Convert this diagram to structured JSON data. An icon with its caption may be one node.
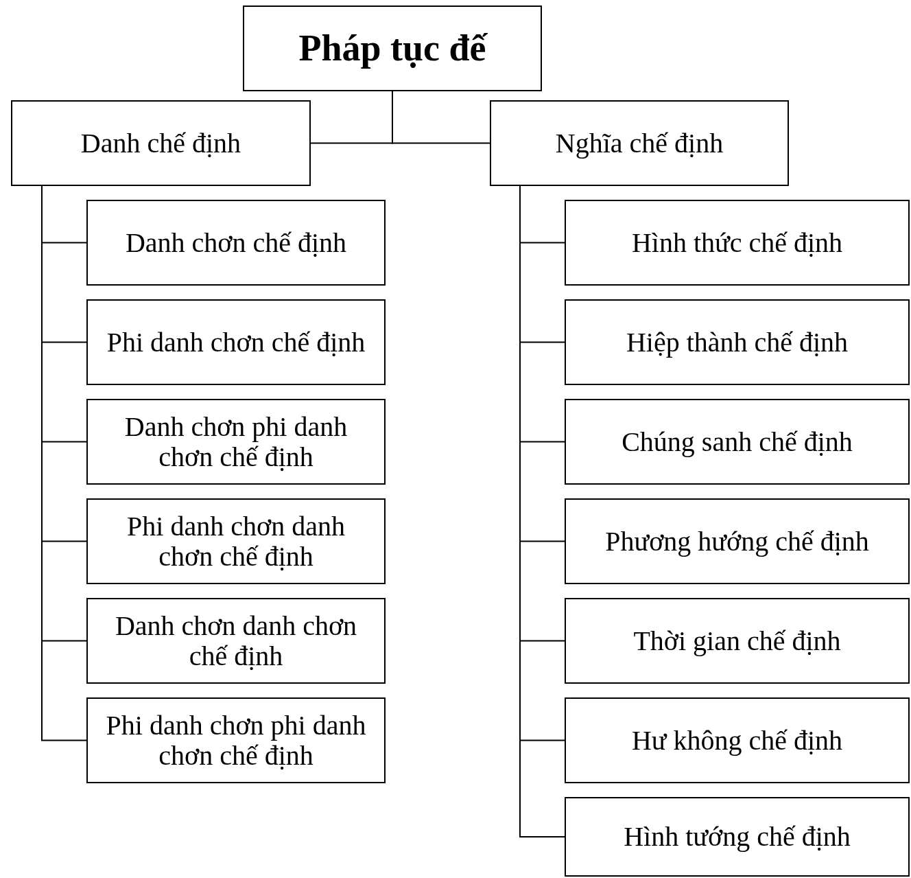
{
  "diagram": {
    "nodes": [
      {
        "text": [
          "Pháp tục đế"
        ]
      },
      {
        "text": [
          "Danh chế định"
        ]
      },
      {
        "text": [
          "Nghĩa chế định"
        ]
      },
      {
        "text": [
          "Danh chơn chế định"
        ]
      },
      {
        "text": [
          "Phi danh chơn chế định"
        ]
      },
      {
        "text": [
          "Danh chơn phi danh chơn chế định"
        ]
      },
      {
        "text": [
          "Phi danh chơn danh chơn chế định"
        ]
      },
      {
        "text": [
          "Danh chơn danh chơn chế định"
        ]
      },
      {
        "text": [
          "Phi danh chơn phi danh chơn chế định"
        ]
      },
      {
        "text": [
          "Hình thức chế định"
        ]
      },
      {
        "text": [
          "Hiệp thành chế định"
        ]
      },
      {
        "text": [
          "Chúng sanh chế định"
        ]
      },
      {
        "text": [
          "Phương hướng chế định"
        ]
      },
      {
        "text": [
          "Thời gian chế định"
        ]
      },
      {
        "text": [
          "Hư không chế định"
        ]
      },
      {
        "text": [
          "Hình tướng chế định"
        ]
      }
    ],
    "edges": [
      {
        "from": 0,
        "to": 1,
        "arrow": "none"
      },
      {
        "from": 0,
        "to": 2,
        "arrow": "none"
      },
      {
        "from": 1,
        "to": 3,
        "arrow": "none"
      },
      {
        "from": 1,
        "to": 4,
        "arrow": "none"
      },
      {
        "from": 1,
        "to": 5,
        "arrow": "none"
      },
      {
        "from": 1,
        "to": 6,
        "arrow": "none"
      },
      {
        "from": 1,
        "to": 7,
        "arrow": "none"
      },
      {
        "from": 1,
        "to": 8,
        "arrow": "none"
      },
      {
        "from": 2,
        "to": 9,
        "arrow": "none"
      },
      {
        "from": 2,
        "to": 10,
        "arrow": "none"
      },
      {
        "from": 2,
        "to": 11,
        "arrow": "none"
      },
      {
        "from": 2,
        "to": 12,
        "arrow": "none"
      },
      {
        "from": 2,
        "to": 13,
        "arrow": "none"
      },
      {
        "from": 2,
        "to": 14,
        "arrow": "none"
      },
      {
        "from": 2,
        "to": 15,
        "arrow": "none"
      }
    ]
  }
}
